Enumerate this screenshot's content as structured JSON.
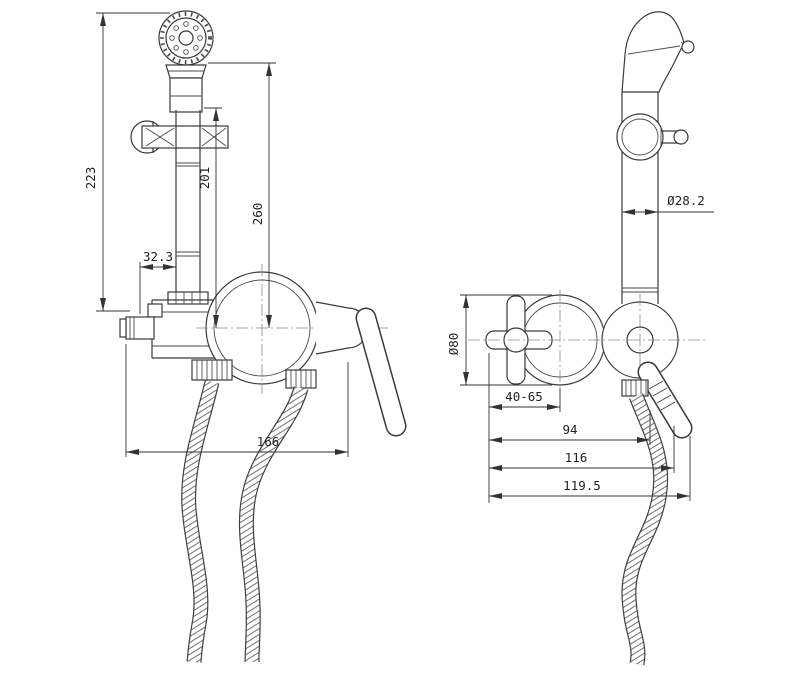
{
  "drawing": {
    "background": "#ffffff",
    "line_color": "#3a3a3a",
    "dimension_color": "#333333"
  },
  "dimensions": {
    "front": {
      "total_height": "223",
      "pipe_height": "201",
      "overall_height": "260",
      "outlet_offset": "32.3",
      "overall_width": "166"
    },
    "side": {
      "head_diameter": "Ø28.2",
      "flange_diameter": "Ø80",
      "wall_depth_range": "40-65",
      "depth_to_axis": "94",
      "depth_to_lever": "116",
      "total_depth": "119.5"
    }
  }
}
